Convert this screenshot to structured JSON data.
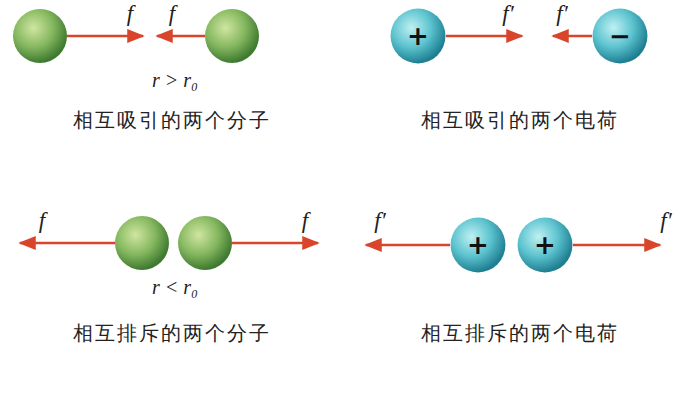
{
  "diagram": {
    "nodes": [
      {
        "text": [
          "+"
        ]
      },
      {
        "text": [
          "−"
        ]
      },
      {
        "text": [
          "+"
        ]
      },
      {
        "text": [
          "+"
        ]
      }
    ],
    "labels": [
      "f",
      "f",
      "f′",
      "f′",
      "r > r₀",
      "相互吸引的两个分子",
      "相互吸引的两个电荷",
      "f",
      "f",
      "f′",
      "f′",
      "r < r₀",
      "相互排斥的两个分子",
      "相互排斥的两个电荷"
    ]
  }
}
